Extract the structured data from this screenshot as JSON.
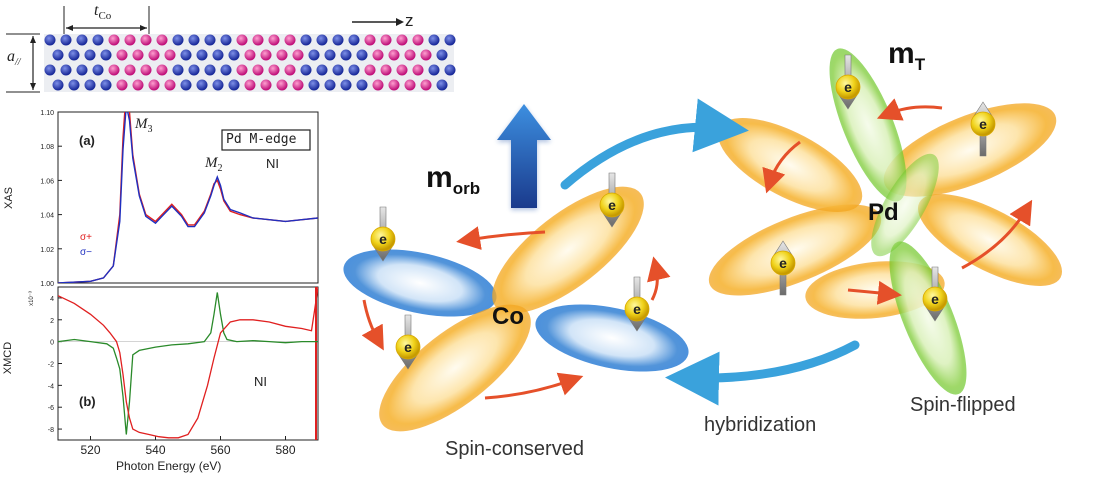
{
  "structure": {
    "thickness_label": "t",
    "thickness_sub": "Co",
    "axis_label": "z",
    "lattice_label": "a",
    "lattice_sub": "//"
  },
  "chart_data": [
    {
      "type": "line",
      "panel": "(a)",
      "ylabel": "XAS",
      "xlim": [
        510,
        590
      ],
      "ylim": [
        1.0,
        1.1
      ],
      "yticks": [
        "1.00",
        "1.02",
        "1.04",
        "1.06",
        "1.08",
        "1.10"
      ],
      "legend_box": "Pd M-edge",
      "condition": "NI",
      "peaks": [
        {
          "label": "M",
          "sub": "3",
          "x": 531
        },
        {
          "label": "M",
          "sub": "2",
          "x": 559
        }
      ],
      "series": [
        {
          "name": "σ+",
          "color": "#e02020",
          "x": [
            510,
            520,
            524,
            527,
            529,
            530,
            531,
            532,
            533,
            535,
            537,
            540,
            542,
            545,
            548,
            550,
            552,
            555,
            557,
            558,
            559,
            560,
            561,
            563,
            566,
            570,
            575,
            580,
            585,
            590
          ],
          "y": [
            1.0,
            1.001,
            1.003,
            1.01,
            1.04,
            1.085,
            1.113,
            1.1,
            1.075,
            1.052,
            1.04,
            1.036,
            1.04,
            1.046,
            1.04,
            1.034,
            1.034,
            1.042,
            1.052,
            1.058,
            1.06,
            1.055,
            1.048,
            1.042,
            1.04,
            1.038,
            1.037,
            1.036,
            1.037,
            1.038
          ]
        },
        {
          "name": "σ−",
          "color": "#2030c0",
          "x": [
            510,
            520,
            524,
            527,
            529,
            530,
            531,
            532,
            533,
            535,
            537,
            540,
            542,
            545,
            548,
            550,
            552,
            555,
            557,
            558,
            559,
            560,
            561,
            563,
            566,
            570,
            575,
            580,
            585,
            590
          ],
          "y": [
            1.0,
            1.001,
            1.003,
            1.01,
            1.036,
            1.078,
            1.104,
            1.095,
            1.073,
            1.051,
            1.039,
            1.035,
            1.039,
            1.045,
            1.039,
            1.033,
            1.033,
            1.041,
            1.051,
            1.057,
            1.062,
            1.057,
            1.049,
            1.043,
            1.041,
            1.038,
            1.037,
            1.036,
            1.037,
            1.038
          ]
        }
      ]
    },
    {
      "type": "line",
      "panel": "(b)",
      "ylabel": "XMCD",
      "y_exponent": "x10⁻³",
      "xlabel": "Photon Energy (eV)",
      "xlim": [
        510,
        590
      ],
      "xticks": [
        "520",
        "540",
        "560",
        "580"
      ],
      "ylim": [
        -9,
        5
      ],
      "yticks": [
        "-8",
        "-6",
        "-4",
        "-2",
        "0",
        "2",
        "4"
      ],
      "condition": "NI",
      "series": [
        {
          "color": "#2a8a2a",
          "x": [
            510,
            515,
            520,
            525,
            527,
            528,
            529,
            530,
            531,
            532,
            533,
            535,
            540,
            545,
            550,
            555,
            557,
            558,
            559,
            560,
            561,
            562,
            565,
            570,
            575,
            580,
            585,
            590
          ],
          "y": [
            0.0,
            0.2,
            0.0,
            -0.2,
            -0.6,
            -1.5,
            -2.5,
            -5.0,
            -8.5,
            -5.5,
            -1.2,
            -0.8,
            -0.5,
            -0.3,
            -0.2,
            0.0,
            0.8,
            2.5,
            4.5,
            2.5,
            0.8,
            0.2,
            0.0,
            0.1,
            0.0,
            -0.1,
            0.0,
            0.0
          ]
        },
        {
          "color": "#e02020",
          "x": [
            510,
            515,
            520,
            524,
            526,
            528,
            529,
            530,
            531,
            532,
            533,
            535,
            538,
            541,
            544,
            547,
            550,
            553,
            556,
            558,
            560,
            563,
            566,
            570,
            575,
            580,
            585,
            588,
            589,
            590
          ],
          "y": [
            4.2,
            3.5,
            2.5,
            1.5,
            0.8,
            0.0,
            -1.0,
            -3.0,
            -5.5,
            -7.0,
            -8.0,
            -8.3,
            -8.5,
            -8.7,
            -8.8,
            -8.8,
            -8.5,
            -7.0,
            -4.0,
            -1.5,
            0.8,
            1.8,
            2.0,
            2.0,
            1.8,
            1.4,
            1.2,
            1.0,
            3.0,
            5.0
          ]
        }
      ]
    }
  ],
  "diagram": {
    "morb_label": "m",
    "morb_sub": "orb",
    "mt_label": "m",
    "mt_sub": "T",
    "co_label": "Co",
    "pd_label": "Pd",
    "electron_label": "e",
    "spin_conserved": "Spin-conserved",
    "spin_flipped": "Spin-flipped",
    "hybridization": "hybridization",
    "colors": {
      "co_lobe": "#2f7fd6",
      "pd_lobe": "#f3a51f",
      "pd_green": "#6cc728",
      "arrow_red": "#e5502a",
      "arrow_blue": "#3aa2dc",
      "morb_arrow": "#1d4fa8"
    }
  }
}
